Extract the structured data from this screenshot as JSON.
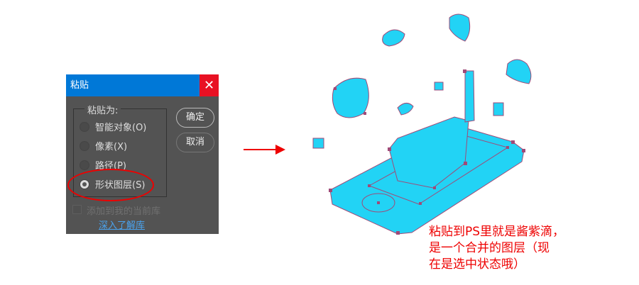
{
  "dialog": {
    "title": "粘贴",
    "close": "✕",
    "group_label": "粘贴为:",
    "options": [
      {
        "label": "智能对象(O)",
        "selected": false
      },
      {
        "label": "像素(X)",
        "selected": false
      },
      {
        "label": "路径(P)",
        "selected": false
      },
      {
        "label": "形状图层(S)",
        "selected": true
      }
    ],
    "ok": "确定",
    "cancel": "取消",
    "add_to_library": "添加到我的当前库",
    "learn_more": "深入了解库"
  },
  "annotation": {
    "lines": [
      "粘贴到PS里就是酱紫滴，",
      "是一个合并的图层（现",
      "在是选中状态哦）"
    ]
  },
  "colors": {
    "shape_fill": "#22d3f5",
    "anchor": "#a04a78",
    "annotation": "#e00000",
    "titlebar": "#0078d7"
  }
}
